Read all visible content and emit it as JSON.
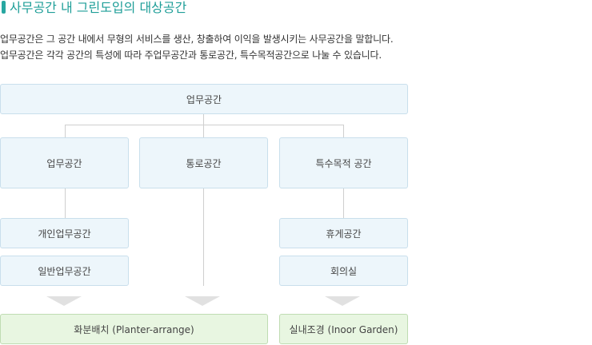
{
  "header": {
    "title": "사무공간 내 그린도입의 대상공간"
  },
  "description": {
    "line1": "업무공간은 그 공간 내에서 무형의 서비스를 생산, 창출하여 이익을 발생시키는 사무공간을 말합니다.",
    "line2": "업무공간은 각각 공간의 특성에 따라 주업무공간과 통로공간, 특수목적공간으로 나눌 수 있습니다."
  },
  "diagram": {
    "root": "업무공간",
    "branches": {
      "work": "업무공간",
      "passage": "통로공간",
      "special": "특수목적 공간"
    },
    "work_children": [
      "개인업무공간",
      "일반업무공간"
    ],
    "special_children": [
      "휴게공간",
      "회의실"
    ],
    "results": {
      "planter": "화분배치 (Planter-arrange)",
      "indoor_garden": "실내조경 (Inoor Garden)"
    }
  },
  "colors": {
    "accent": "#1e9e98",
    "box_fill": "#edf6fb",
    "box_border": "#c9dfec",
    "result_fill": "#e8f6e1",
    "result_border": "#bfdcb2"
  }
}
